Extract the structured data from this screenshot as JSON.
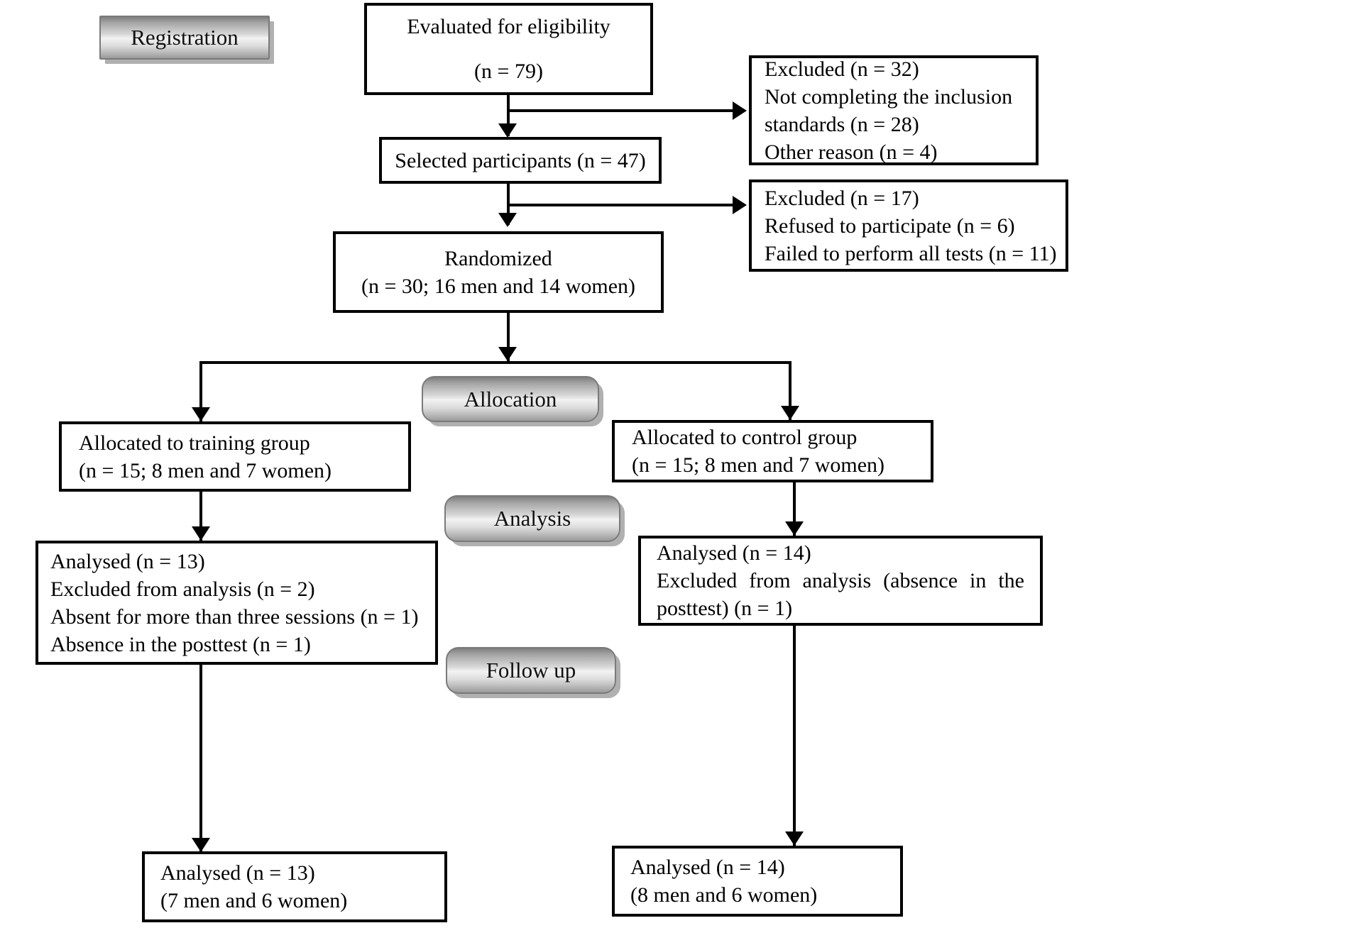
{
  "diagram": {
    "title": "CONSORT participant flow diagram",
    "type": "flowchart",
    "colors": {
      "box_border": "#000000",
      "box_fill": "#ffffff",
      "text": "#000000",
      "stage_label_gradient_light": "#f2f2f2",
      "stage_label_gradient_dark": "#7e7e7e",
      "stage_label_border": "#7a7a7a",
      "stage_label_shadow": "#969696"
    }
  },
  "stages": {
    "registration": "Registration",
    "allocation": "Allocation",
    "analysis": "Analysis",
    "follow_up": "Follow up"
  },
  "boxes": {
    "eligibility": {
      "line1": "Evaluated for eligibility",
      "line2": "(n = 79)"
    },
    "excluded_1": {
      "line1": "Excluded (n = 32)",
      "line2": "Not completing the inclusion standards (n = 28)",
      "line3": "Other reason (n = 4)"
    },
    "selected": {
      "line1": "Selected participants (n = 47)"
    },
    "excluded_2": {
      "line1": "Excluded (n = 17)",
      "line2": "Refused to participate (n = 6)",
      "line3": "Failed to perform all tests (n = 11)"
    },
    "randomized": {
      "line1": "Randomized",
      "line2": "(n = 30; 16 men and 14 women)"
    },
    "allocated_training": {
      "line1": "Allocated to training group",
      "line2": "(n = 15; 8 men and 7 women)"
    },
    "allocated_control": {
      "line1": "Allocated to control group",
      "line2": "(n = 15; 8 men and 7 women)"
    },
    "analysed_training": {
      "line1": "Analysed (n = 13)",
      "line2": "Excluded from analysis (n = 2)",
      "line3": "Absent for more than three sessions (n = 1)",
      "line4": "Absence in the posttest (n = 1)"
    },
    "analysed_control": {
      "line1": "Analysed (n = 14)",
      "line2": "Excluded from analysis (absence in the posttest) (n = 1)"
    },
    "followup_training": {
      "line1": "Analysed (n = 13)",
      "line2": "(7 men and 6 women)"
    },
    "followup_control": {
      "line1": "Analysed (n = 14)",
      "line2": "(8 men and 6 women)"
    }
  }
}
